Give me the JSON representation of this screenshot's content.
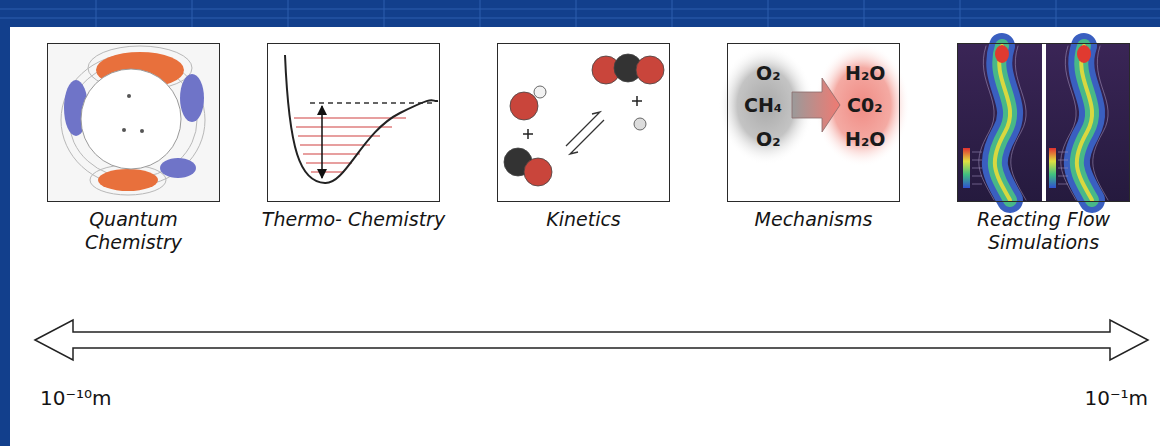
{
  "diagram": {
    "nodes": [
      {
        "text": [
          "Quantum Chemistry"
        ]
      },
      {
        "text": [
          "Thermo- Chemistry"
        ]
      },
      {
        "text": [
          "Kinetics"
        ]
      },
      {
        "text": [
          "Mechanisms",
          "O₂",
          "CH₄",
          "O₂",
          "H₂O",
          "C0₂",
          "H₂O"
        ]
      },
      {
        "text": [
          "Reacting Flow Simulations"
        ]
      }
    ],
    "labels": [
      "10⁻¹⁰m",
      "10⁻¹m"
    ]
  }
}
